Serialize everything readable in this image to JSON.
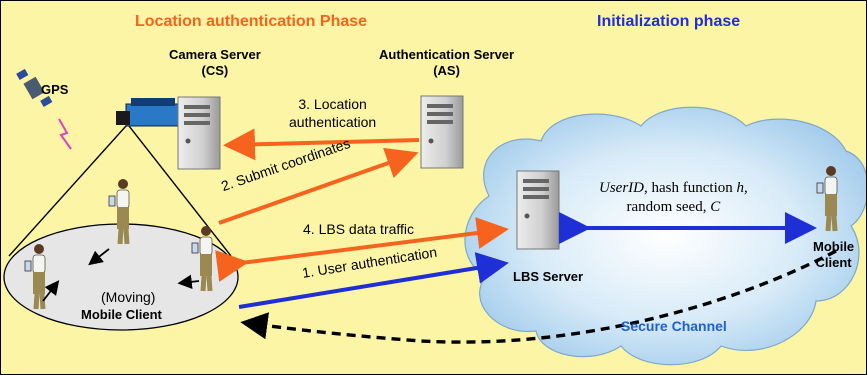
{
  "phases": {
    "location": "Location authentication Phase",
    "initialization": "Initialization phase"
  },
  "servers": {
    "camera": {
      "name": "Camera Server",
      "abbr": "(CS)"
    },
    "auth": {
      "name": "Authentication Server",
      "abbr": "(AS)"
    },
    "lbs": {
      "name": "LBS Server"
    }
  },
  "gps": "GPS",
  "edges": {
    "location_auth": {
      "line1": "3. Location",
      "line2": "authentication"
    },
    "submit": "2. Submit coordinates",
    "traffic": "4. LBS data traffic",
    "user_auth": "1. User authentication"
  },
  "channel": {
    "userid": "UserID",
    "hash_text": ", hash function ",
    "h": "h,",
    "seed": "random seed, ",
    "c": "C",
    "secure": "Secure Channel"
  },
  "clients": {
    "moving": "(Moving)",
    "moving_name": "Mobile Client",
    "right_line1": "Mobile",
    "right_line2": "Client"
  },
  "colors": {
    "background": "#fdf5a6",
    "orange": "#f5631e",
    "blue": "#1e2fd6",
    "cloud": "#c9e2f5"
  }
}
